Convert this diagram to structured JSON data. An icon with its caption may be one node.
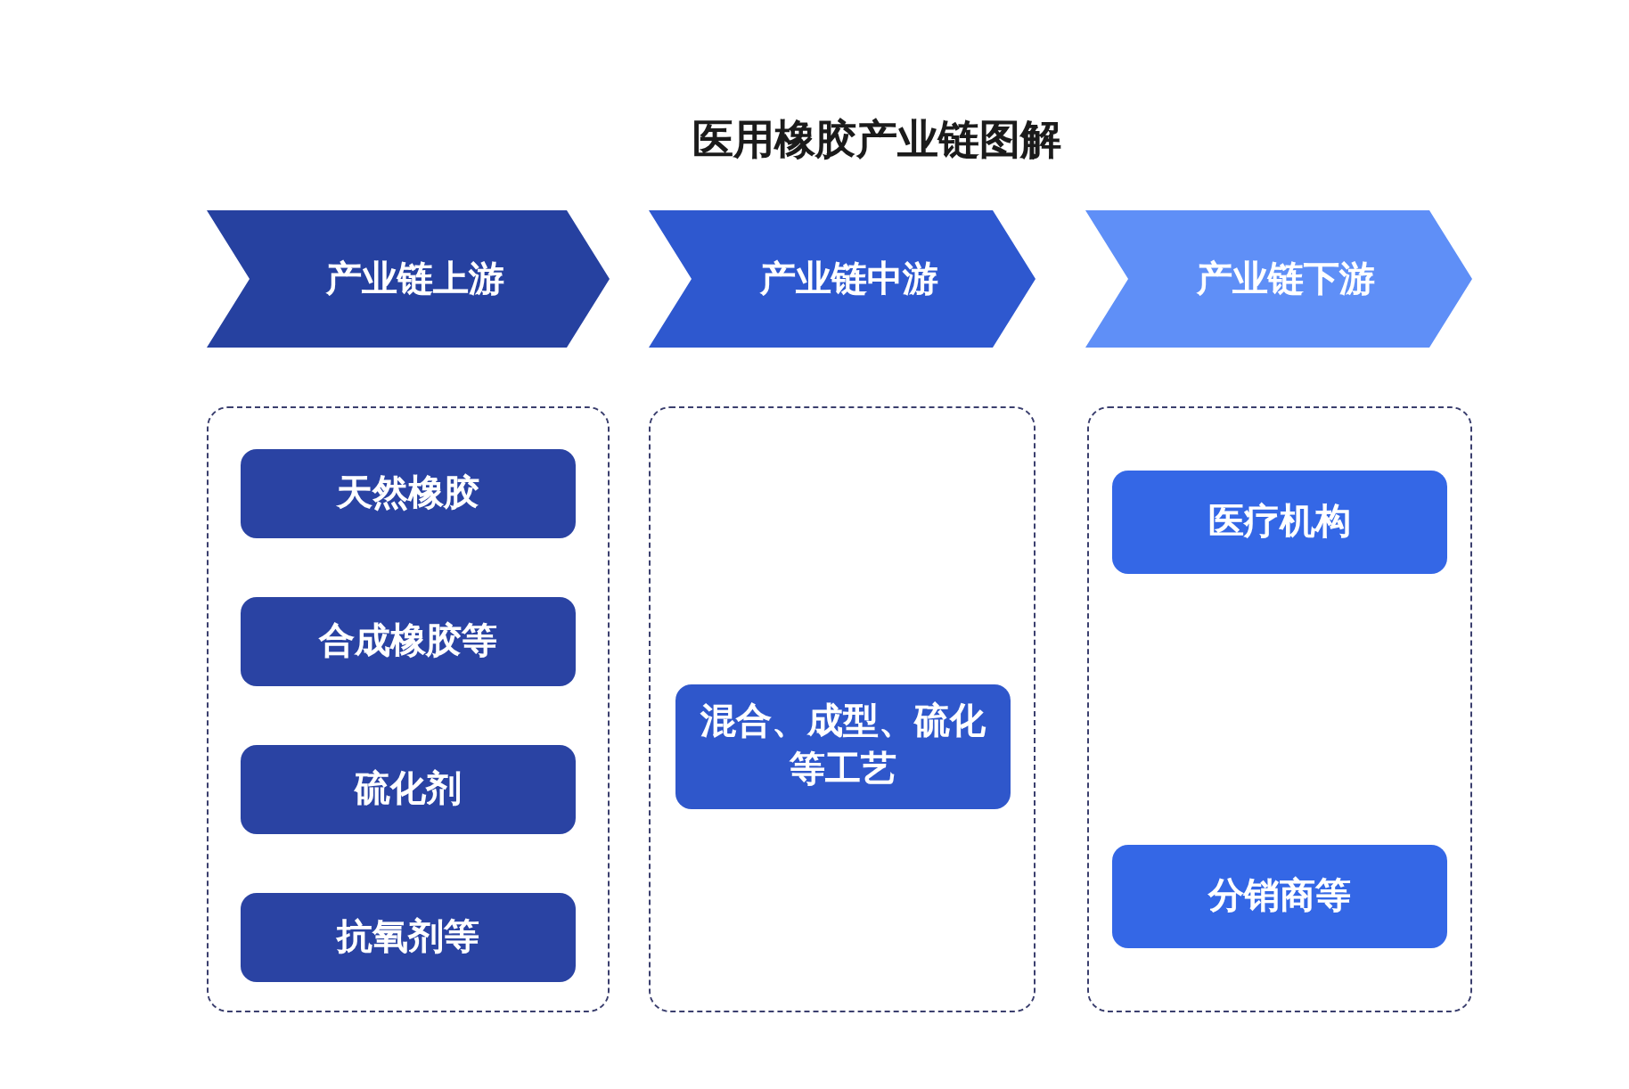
{
  "diagram": {
    "title": "医用橡胶产业链图解",
    "nodes": [
      {
        "text": [
          "产业链上游"
        ]
      },
      {
        "text": [
          "产业链中游"
        ]
      },
      {
        "text": [
          "产业链下游"
        ]
      },
      {
        "text": [],
        "shape": "box"
      },
      {
        "text": [
          "天然橡胶"
        ],
        "in": 3
      },
      {
        "text": [
          "合成橡胶等"
        ],
        "in": 3
      },
      {
        "text": [
          "硫化剂"
        ],
        "in": 3
      },
      {
        "text": [
          "抗氧剂等"
        ],
        "in": 3
      },
      {
        "text": [],
        "shape": "box"
      },
      {
        "text": [
          "混合、成型、硫化等工艺"
        ],
        "in": 8
      },
      {
        "text": [],
        "shape": "box"
      },
      {
        "text": [
          "医疗机构"
        ],
        "in": 10
      },
      {
        "text": [
          "分销商等"
        ],
        "in": 10
      }
    ]
  }
}
